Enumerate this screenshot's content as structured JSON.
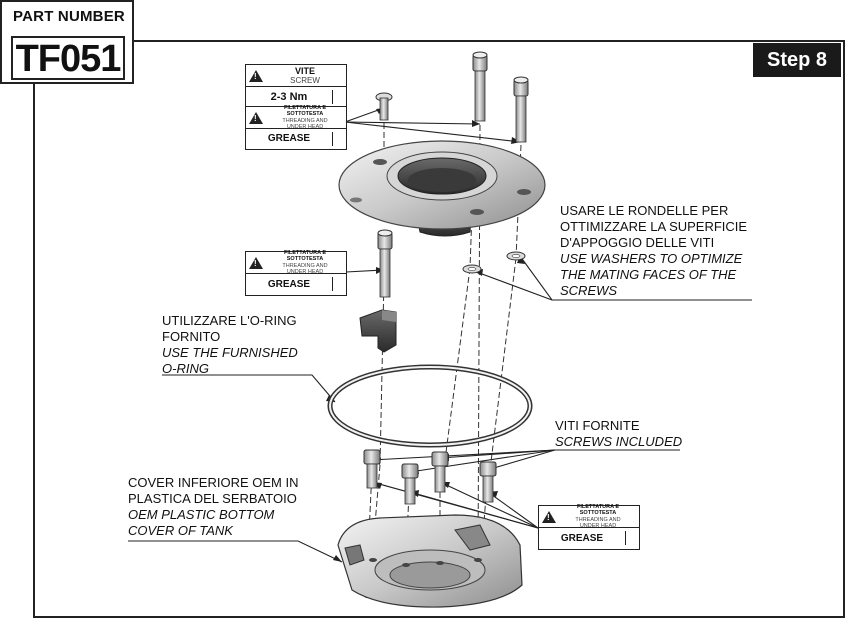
{
  "part_number_label": "PART NUMBER",
  "part_number": "TF051",
  "step": "Step 8",
  "screw_label": {
    "title_it": "VITE",
    "title_en": "SCREW",
    "torque": "2-3 Nm",
    "thread_it": "FILETTATURA E SOTTOTESTA",
    "thread_en_1": "THREADING AND",
    "thread_en_2": "UNDER HEAD",
    "grease": "GREASE"
  },
  "grease_label_mid": {
    "thread_it": "FILETTATURA E SOTTOTESTA",
    "thread_en_1": "THREADING AND",
    "thread_en_2": "UNDER HEAD",
    "grease": "GREASE"
  },
  "grease_label_bottom": {
    "thread_it": "FILETTATURA E SOTTOTESTA",
    "thread_en_1": "THREADING AND",
    "thread_en_2": "UNDER HEAD",
    "grease": "GREASE"
  },
  "note_washers": {
    "it_1": "USARE LE RONDELLE PER",
    "it_2": "OTTIMIZZARE LA SUPERFICIE",
    "it_3": "D'APPOGGIO DELLE VITI",
    "en_1": "USE WASHERS TO OPTIMIZE",
    "en_2": "THE MATING FACES OF THE",
    "en_3": "SCREWS"
  },
  "note_oring": {
    "it_1": "UTILIZZARE L'O-RING",
    "it_2": "FORNITO",
    "en_1": "USE THE FURNISHED",
    "en_2": "O-RING"
  },
  "note_screws": {
    "it_1": "VITI FORNITE",
    "en_1": "SCREWS INCLUDED"
  },
  "note_cover": {
    "it_1": "COVER INFERIORE OEM IN",
    "it_2": "PLASTICA DEL SERBATOIO",
    "en_1": "OEM PLASTIC BOTTOM",
    "en_2": "COVER OF TANK"
  }
}
